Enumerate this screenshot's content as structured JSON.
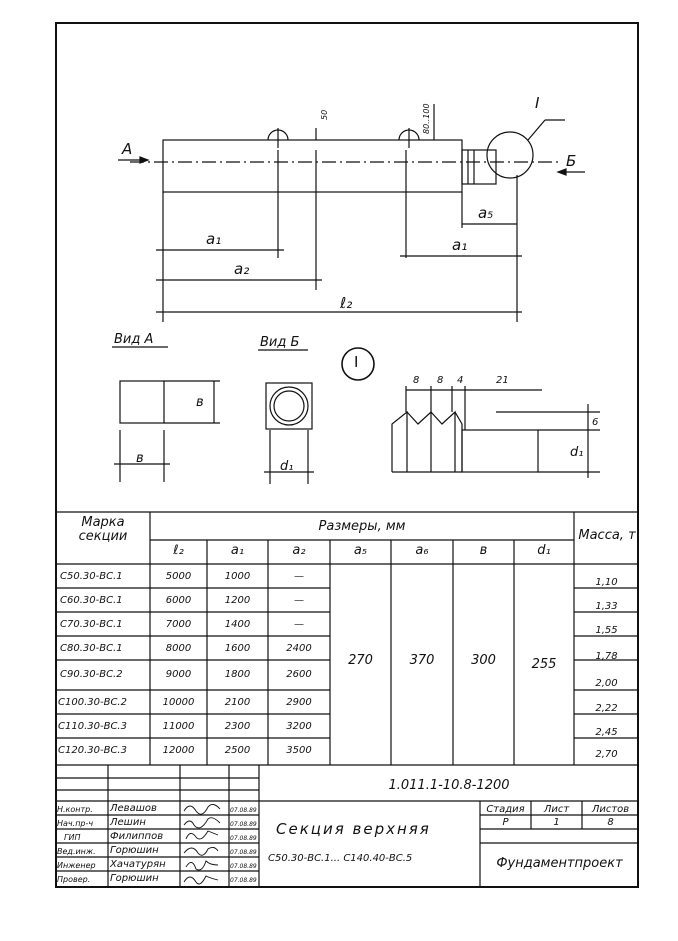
{
  "drawing": {
    "view_a_arrow": "A",
    "view_b_arrow": "Б",
    "callout": "I",
    "dim_50": "50",
    "dim_80_100": "80..100",
    "dim_a5": "a₅",
    "dim_a1_right": "a₁",
    "dim_a1_left": "a₁",
    "dim_a2": "a₂",
    "dim_l2": "ℓ₂",
    "view_a_title": "Вид А",
    "view_b_title": "Вид Б",
    "detail_label": "I",
    "dim_b_side": "в",
    "dim_b_bottom": "в",
    "dim_d1_b": "d₁",
    "detail_8a": "8",
    "detail_8b": "8",
    "detail_4": "4",
    "detail_21": "21",
    "detail_6": "6",
    "detail_d1": "d₁"
  },
  "table": {
    "marka_header": "Марка секции",
    "sizes_header": "Размеры, мм",
    "mass_header": "Масса, т",
    "columns": [
      "ℓ₂",
      "a₁",
      "a₂",
      "a₅",
      "a₆",
      "в",
      "d₁"
    ],
    "rows": [
      {
        "mark": "С50.30-ВС.1",
        "l2": "5000",
        "a1": "1000",
        "a2": "—",
        "mass": "1,10"
      },
      {
        "mark": "С60.30-ВС.1",
        "l2": "6000",
        "a1": "1200",
        "a2": "—",
        "mass": "1,33"
      },
      {
        "mark": "С70.30-ВС.1",
        "l2": "7000",
        "a1": "1400",
        "a2": "—",
        "mass": "1,55"
      },
      {
        "mark": "С80.30-ВС.1",
        "l2": "8000",
        "a1": "1600",
        "a2": "2400",
        "mass": "1,78"
      },
      {
        "mark": "С90.30-ВС.2",
        "l2": "9000",
        "a1": "1800",
        "a2": "2600",
        "mass": "2,00"
      },
      {
        "mark": "С100.30-ВС.2",
        "l2": "10000",
        "a1": "2100",
        "a2": "2900",
        "mass": "2,22"
      },
      {
        "mark": "С110.30-ВС.3",
        "l2": "11000",
        "a1": "2300",
        "a2": "3200",
        "mass": "2,45"
      },
      {
        "mark": "С120.30-ВС.3",
        "l2": "12000",
        "a1": "2500",
        "a2": "3500",
        "mass": "2,70"
      }
    ],
    "merged": {
      "a5": "270",
      "a6": "370",
      "b": "300",
      "d1": "255"
    }
  },
  "stamp": {
    "doc_code": "1.011.1-10.8-1200",
    "roles": [
      "Н.контр.",
      "Нач.пр-ч",
      "ГИП",
      "Вед.инж.",
      "Инженер",
      "Провер."
    ],
    "names": [
      "Левашов",
      "Лешин",
      "Филиппов",
      "Горюшин",
      "Хачатурян",
      "Горюшин"
    ],
    "dates": [
      "07.08.89",
      "07.08.89",
      "07.08.89",
      "07.08.89",
      "07.08.89",
      "07.08.89"
    ],
    "title_line1": "Секция верхняя",
    "title_line2": "С50.30-ВС.1... С140.40-ВС.5",
    "stage_label": "Стадия",
    "sheet_label": "Лист",
    "sheets_label": "Листов",
    "stage_value": "Р",
    "sheet_value": "1",
    "sheets_value": "8",
    "organization": "Фундаментпроект"
  }
}
